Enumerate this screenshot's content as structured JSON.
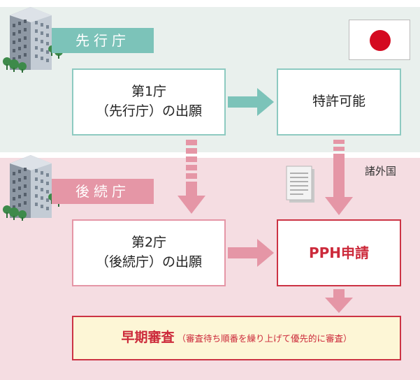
{
  "regions": {
    "top_label": "先行庁",
    "bottom_label": "後続庁",
    "foreign_label": "諸外国"
  },
  "boxes": {
    "first_filing": {
      "line1": "第1庁",
      "line2": "（先行庁）の出願"
    },
    "patentable": "特許可能",
    "second_filing": {
      "line1": "第2庁",
      "line2": "（後続庁）の出願"
    },
    "pph_request": "PPH申請",
    "early_exam": {
      "title": "早期審査",
      "note": "（審査待ち順番を繰り上げて優先的に審査）"
    }
  },
  "icons": [
    "building-icon",
    "building-icon",
    "document-icon",
    "japan-flag-icon"
  ],
  "colors": {
    "teal": "#7cc3b9",
    "pink": "#e596a6",
    "red": "#cc2a3b",
    "band_top": "#e9f0ed",
    "band_bottom": "#f5dde2"
  }
}
